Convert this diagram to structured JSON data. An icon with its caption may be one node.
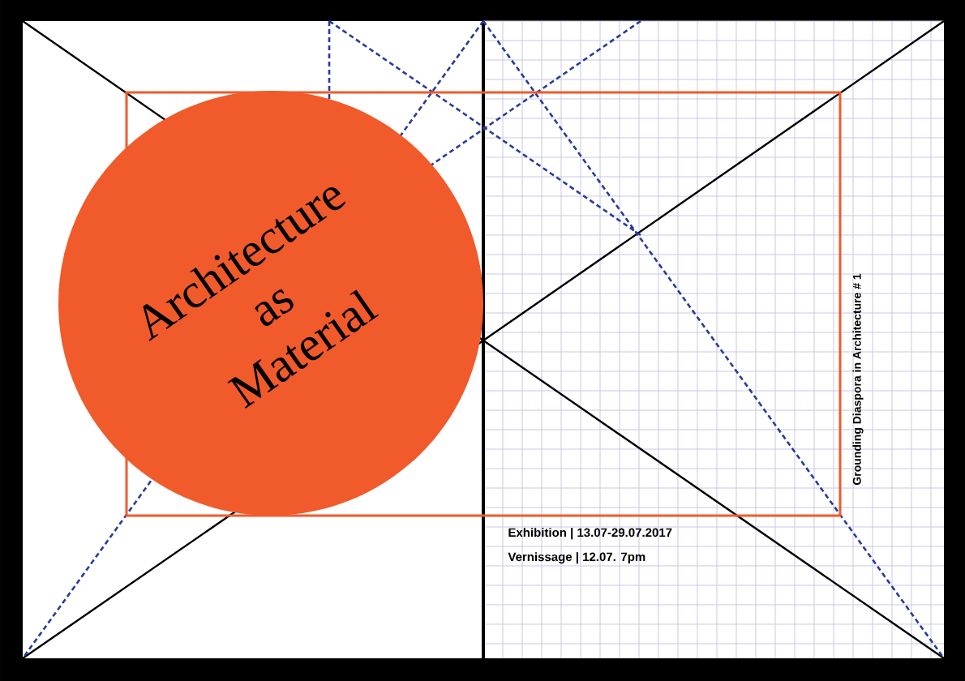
{
  "diagram": {
    "nodes": [
      {
        "text": [
          "Architecture as Material"
        ]
      }
    ],
    "labels": [
      "Exhibition | 13.07-29.07.2017",
      "Vernissage | 12.07. 7pm",
      "Grounding Diaspora in Architecture # 1"
    ]
  }
}
